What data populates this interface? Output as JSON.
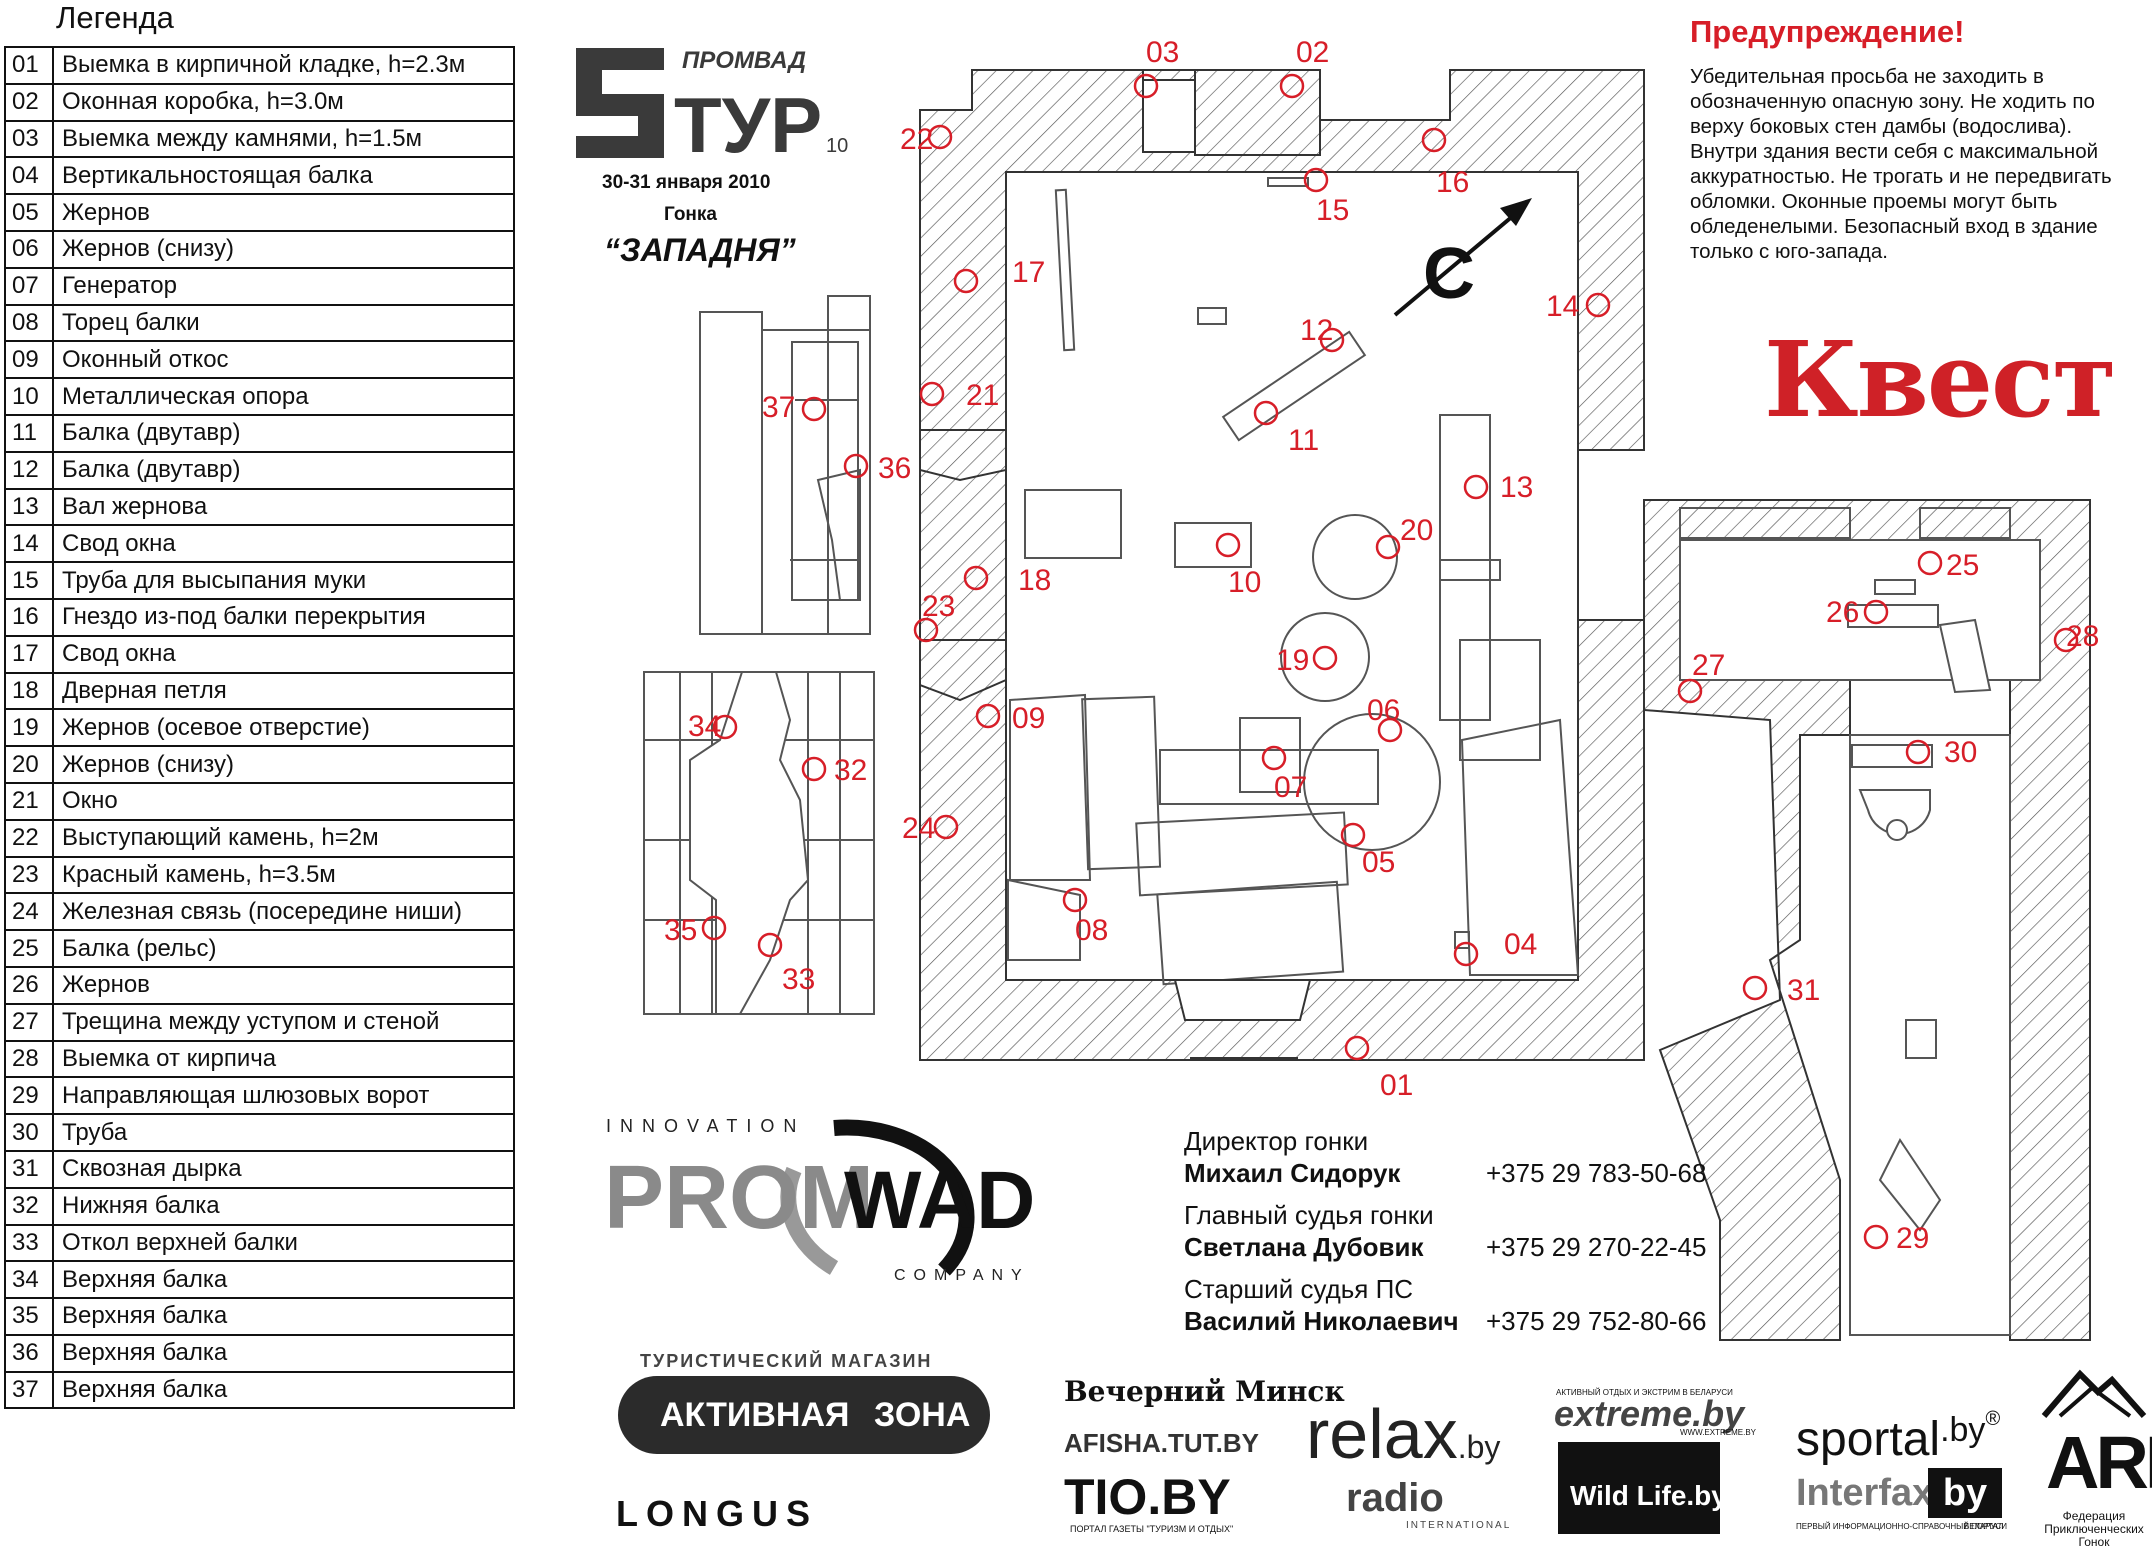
{
  "legend": {
    "title": "Легенда",
    "items": [
      {
        "num": "01",
        "text": "Выемка в кирпичной кладке, h=2.3м"
      },
      {
        "num": "02",
        "text": "Оконная коробка, h=3.0м"
      },
      {
        "num": "03",
        "text": "Выемка между камнями, h=1.5м"
      },
      {
        "num": "04",
        "text": "Вертикальностоящая балка"
      },
      {
        "num": "05",
        "text": "Жернов"
      },
      {
        "num": "06",
        "text": "Жернов (снизу)"
      },
      {
        "num": "07",
        "text": "Генератор"
      },
      {
        "num": "08",
        "text": "Торец балки"
      },
      {
        "num": "09",
        "text": "Оконный откос"
      },
      {
        "num": "10",
        "text": "Металлическая опора"
      },
      {
        "num": "11",
        "text": "Балка (двутавр)"
      },
      {
        "num": "12",
        "text": "Балка (двутавр)"
      },
      {
        "num": "13",
        "text": "Вал жернова"
      },
      {
        "num": "14",
        "text": "Свод окна"
      },
      {
        "num": "15",
        "text": "Труба для высыпания муки"
      },
      {
        "num": "16",
        "text": "Гнездо из-под балки перекрытия"
      },
      {
        "num": "17",
        "text": "Свод окна"
      },
      {
        "num": "18",
        "text": "Дверная петля"
      },
      {
        "num": "19",
        "text": "Жернов (осевое отверстие)"
      },
      {
        "num": "20",
        "text": "Жернов (снизу)"
      },
      {
        "num": "21",
        "text": "Окно"
      },
      {
        "num": "22",
        "text": "Выступающий камень, h=2м"
      },
      {
        "num": "23",
        "text": "Красный камень, h=3.5м"
      },
      {
        "num": "24",
        "text": "Железная связь (посередине ниши)"
      },
      {
        "num": "25",
        "text": "Балка (рельс)"
      },
      {
        "num": "26",
        "text": "Жернов"
      },
      {
        "num": "27",
        "text": "Трещина между уступом и стеной"
      },
      {
        "num": "28",
        "text": "Выемка от кирпича"
      },
      {
        "num": "29",
        "text": "Направляющая шлюзовых ворот"
      },
      {
        "num": "30",
        "text": "Труба"
      },
      {
        "num": "31",
        "text": "Сквозная дырка"
      },
      {
        "num": "32",
        "text": "Нижняя балка"
      },
      {
        "num": "33",
        "text": "Откол верхней балки"
      },
      {
        "num": "34",
        "text": "Верхняя балка"
      },
      {
        "num": "35",
        "text": "Верхняя балка"
      },
      {
        "num": "36",
        "text": "Верхняя балка"
      },
      {
        "num": "37",
        "text": "Верхняя балка"
      }
    ]
  },
  "warning": {
    "title": "Предупреждение!",
    "lines": [
      "Убедительная просьба не заходить в",
      "обозначенную опасную зону. Не ходить по",
      "верху боковых стен дамбы (водослива).",
      "Внутри здания вести себя с максимальной",
      "аккуратностью. Не трогать и не передвигать",
      "обломки. Оконные проемы могут быть",
      "обледенелыми. Безопасный вход в здание",
      "только с юго-запада."
    ]
  },
  "event": {
    "logo_top": "ПРОМВАД",
    "logo_number": "5",
    "logo_word": "ТУР",
    "logo_year": "10",
    "date": "30-31 января 2010",
    "kind": "Гонка",
    "name": "“ЗАПАДНЯ”",
    "quest": "Квест"
  },
  "promwad": {
    "top": "INNOVATION",
    "word_left": "PROM",
    "word_right": "WAD",
    "bottom": "COMPANY"
  },
  "contacts": [
    {
      "role": "Директор гонки",
      "name": "Михаил Сидорук",
      "phone": "+375 29 783-50-68"
    },
    {
      "role": "Главный судья гонки",
      "name": "Светлана Дубовик",
      "phone": "+375 29 270-22-45"
    },
    {
      "role": "Старший судья ПС",
      "name": "Василий Николаевич",
      "phone": "+375 29 752-80-66"
    }
  ],
  "sponsors": {
    "shop_caption": "ТУРИСТИЧЕСКИЙ МАГАЗИН",
    "shop_name_left": "АКТИВНАЯ",
    "shop_name_right": "ЗОНА",
    "longus": "LONGUS",
    "vecherny": "Вечерний Минск",
    "afisha": "AFISHA.TUT.BY",
    "tio": "TIO.BY",
    "tio_caption": "ПОРТАЛ ГАЗЕТЫ \"ТУРИЗМ И ОТДЫХ\"",
    "relax_main": "relax",
    "relax_suffix": ".by",
    "radio": "radio",
    "radio_caption": "INTERNATIONAL",
    "extreme_caption": "АКТИВНЫЙ ОТДЫХ И ЭКСТРИМ В БЕЛАРУСИ",
    "extreme": "extreme.by",
    "extreme_url": "WWW.EXTREME.BY",
    "wildlife": "Wild Life.by",
    "sportal": "sportal",
    "sportal_suffix": ".by",
    "sportal_mark": "®",
    "interfax": "Interfax",
    "interfax_suffix": "by",
    "interfax_caption": "ПЕРВЫЙ ИНФОРМАЦИОННО-СПРАВОЧНЫЙ ПОРТАЛ",
    "interfax_caption2": "БЕЛАРУСИ",
    "arf": "ARF",
    "arf_caption": "Федерация Приключенческих Гонок"
  },
  "map": {
    "accent_color": "#d71e28",
    "markers": [
      {
        "num": "01"
      },
      {
        "num": "02"
      },
      {
        "num": "03"
      },
      {
        "num": "04"
      },
      {
        "num": "05"
      },
      {
        "num": "06"
      },
      {
        "num": "07"
      },
      {
        "num": "08"
      },
      {
        "num": "09"
      },
      {
        "num": "10"
      },
      {
        "num": "11"
      },
      {
        "num": "12"
      },
      {
        "num": "13"
      },
      {
        "num": "14"
      },
      {
        "num": "15"
      },
      {
        "num": "16"
      },
      {
        "num": "17"
      },
      {
        "num": "18"
      },
      {
        "num": "19"
      },
      {
        "num": "20"
      },
      {
        "num": "21"
      },
      {
        "num": "22"
      },
      {
        "num": "23"
      },
      {
        "num": "24"
      },
      {
        "num": "25"
      },
      {
        "num": "26"
      },
      {
        "num": "27"
      },
      {
        "num": "28"
      },
      {
        "num": "29"
      },
      {
        "num": "30"
      },
      {
        "num": "31"
      },
      {
        "num": "32"
      },
      {
        "num": "33"
      },
      {
        "num": "34"
      },
      {
        "num": "35"
      },
      {
        "num": "36"
      },
      {
        "num": "37"
      }
    ],
    "compass_letter": "С"
  }
}
